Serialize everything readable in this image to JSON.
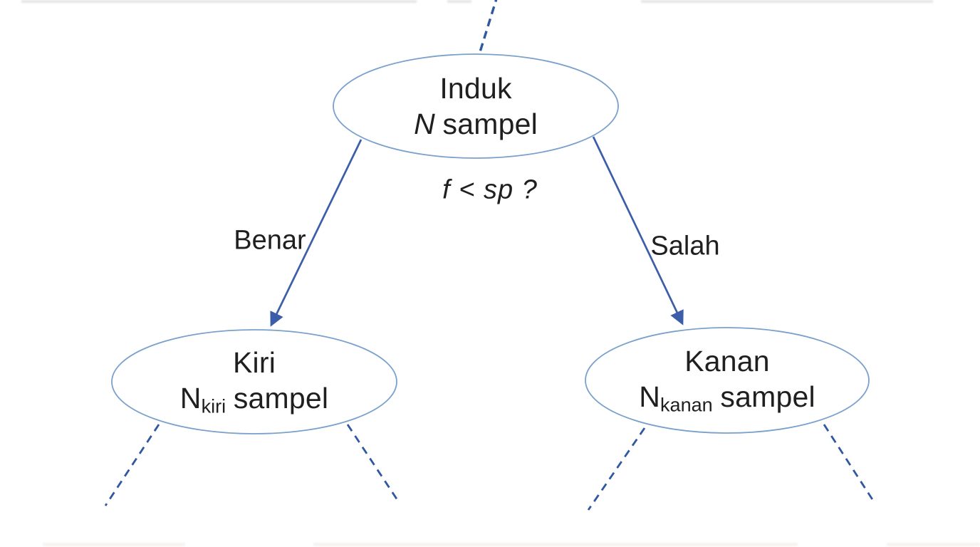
{
  "colors": {
    "background": "#ffffff",
    "solid_line": "#3c5da8",
    "dashed_line": "#2f589e",
    "ellipse_stroke": "#7aa0cc",
    "text": "#1f1f1f"
  },
  "nodes": {
    "parent": {
      "title": "Induk",
      "n": "N",
      "suffix": "sampel"
    },
    "left": {
      "title": "Kiri",
      "n": "N",
      "sub": "kiri",
      "suffix": "sampel"
    },
    "right": {
      "title": "Kanan",
      "n": "N",
      "sub": "kanan",
      "suffix": "sampel"
    }
  },
  "condition": "f < sp ?",
  "branch_labels": {
    "left": "Benar",
    "right": "Salah"
  }
}
